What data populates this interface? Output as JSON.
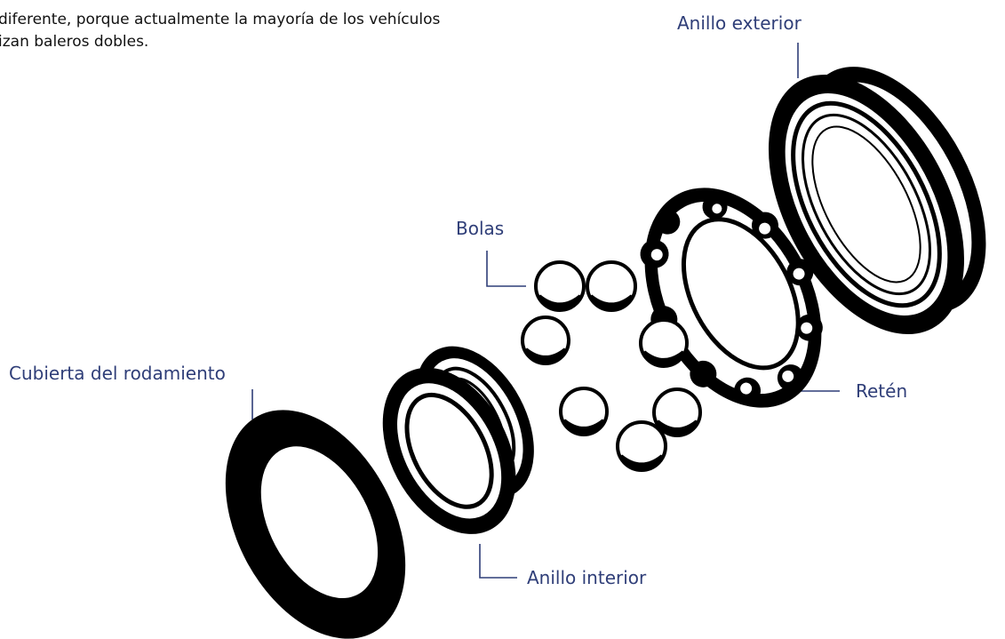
{
  "text": {
    "line1": "diferente, porque actualmente la mayoría de los vehículos",
    "line2": "izan baleros dobles."
  },
  "labels": {
    "outer_ring": "Anillo exterior",
    "balls": "Bolas",
    "cover": "Cubierta del rodamiento",
    "retainer": "Retén",
    "inner_ring": "Anillo interior"
  },
  "colors": {
    "label": "#2f3e78",
    "ink": "#000000",
    "paper": "#ffffff"
  }
}
